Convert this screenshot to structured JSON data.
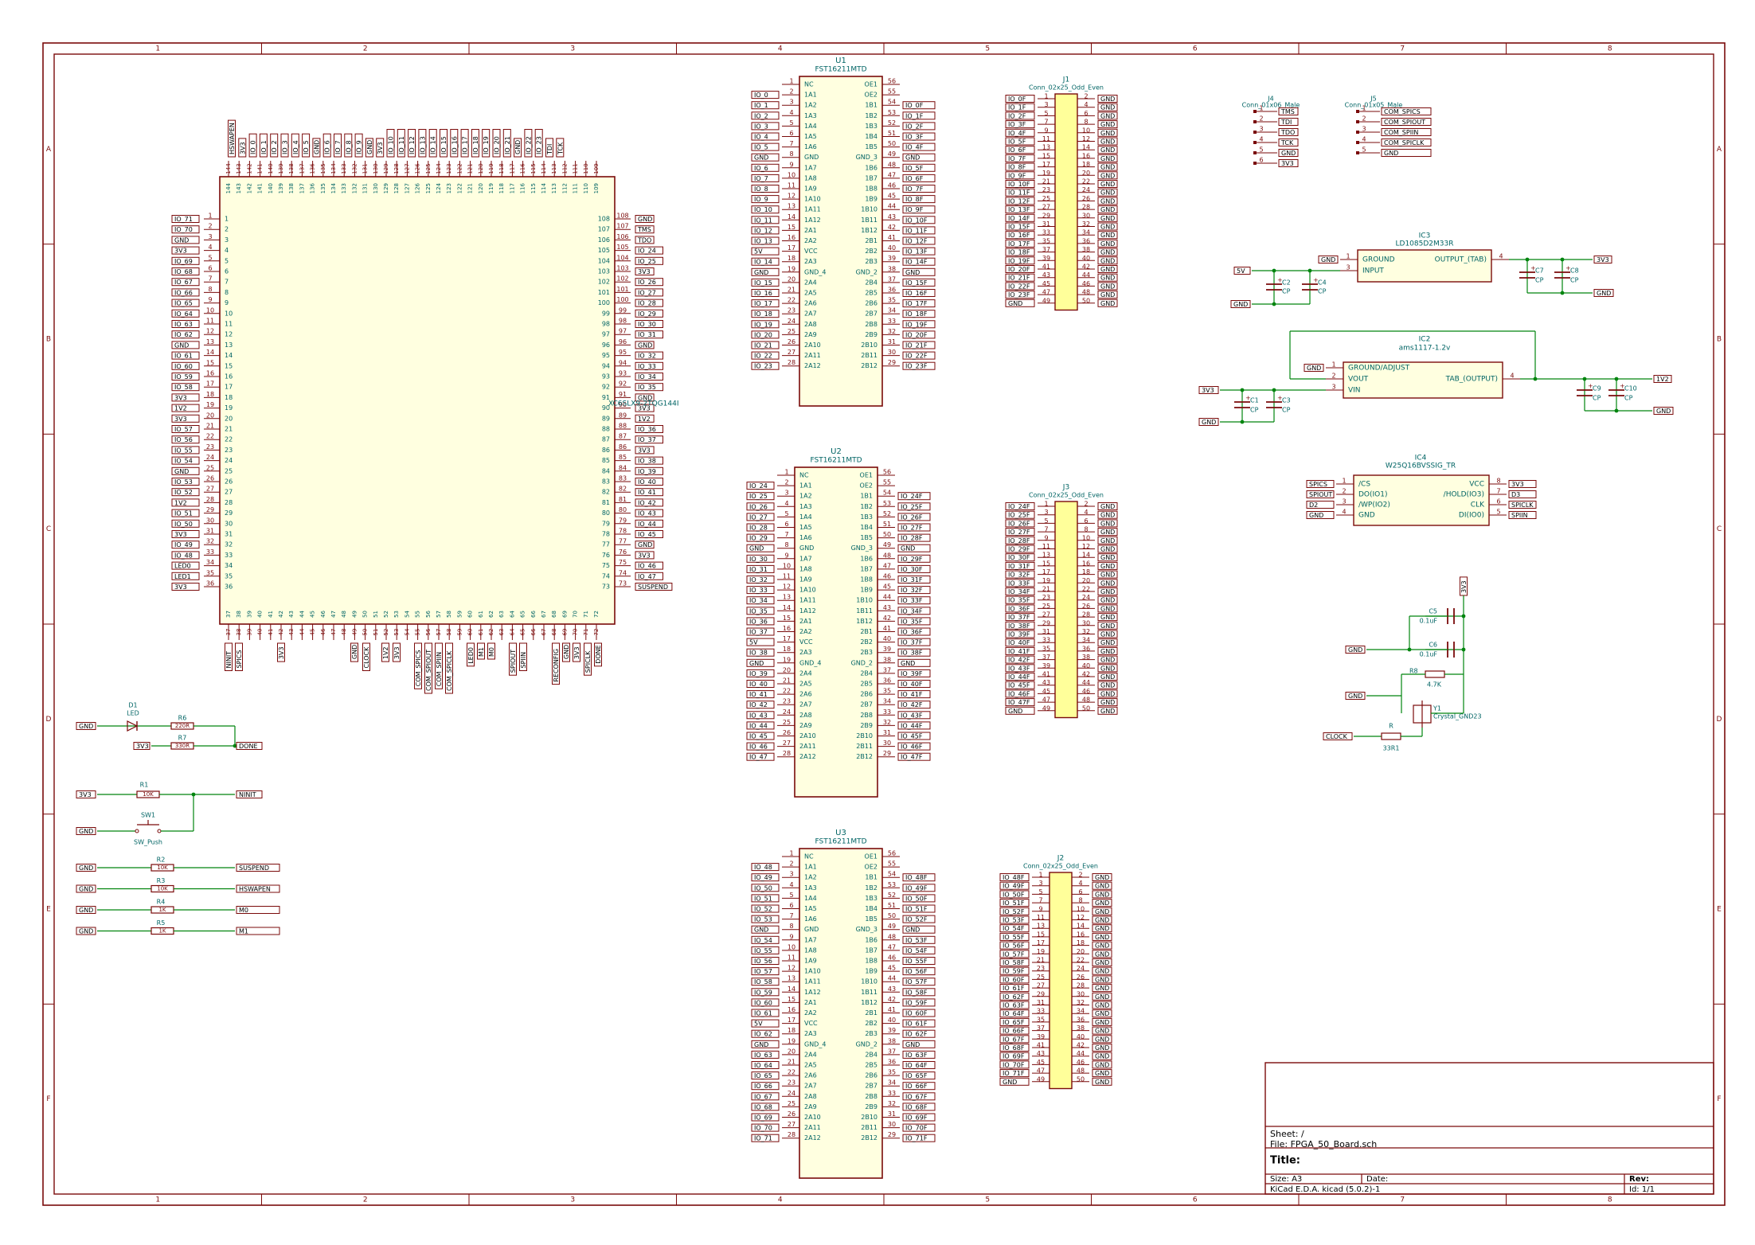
{
  "frame": {
    "columns": [
      "1",
      "2",
      "3",
      "4",
      "5",
      "6",
      "7",
      "8"
    ],
    "rows": [
      "A",
      "B",
      "C",
      "D",
      "E",
      "F"
    ]
  },
  "colors": {
    "border": "#7a0a0a",
    "body": "#7a0a0a",
    "body_fill": "#ffffe0",
    "pin_num": "#7a0a0a",
    "pin_name": "#006464",
    "wire": "#00840e",
    "ref": "#006464",
    "label_text": "#000000",
    "connector_fill": "#ffff9a"
  },
  "title_block": {
    "sheet": "Sheet: /",
    "file": "File: FPGA_50_Board.sch",
    "title": "Title:",
    "size": "Size: A3",
    "date": "Date:",
    "rev": "Rev:",
    "kicad": "KiCad E.D.A.  kicad (5.0.2)-1",
    "id": "Id: 1/1"
  },
  "fpga": {
    "value": "XC6SLX9-2TQG144I",
    "left_labels": [
      "IO_71",
      "IO_70",
      "GND",
      "3V3",
      "IO_69",
      "IO_68",
      "IO_67",
      "IO_66",
      "IO_65",
      "IO_64",
      "IO_63",
      "IO_62",
      "GND",
      "IO_61",
      "IO_60",
      "IO_59",
      "IO_58",
      "3V3",
      "1V2",
      "3V3",
      "IO_57",
      "IO_56",
      "IO_55",
      "IO_54",
      "GND",
      "IO_53",
      "IO_52",
      "1V2",
      "IO_51",
      "IO_50",
      "3V3",
      "IO_49",
      "IO_48",
      "LED0",
      "LED1",
      "3V3"
    ],
    "right_labels": [
      "GND",
      "TMS",
      "TDO",
      "IO_24",
      "IO_25",
      "3V3",
      "IO_26",
      "IO_27",
      "IO_28",
      "IO_29",
      "IO_30",
      "IO_31",
      "GND",
      "IO_32",
      "IO_33",
      "IO_34",
      "IO_35",
      "GND",
      "3V3",
      "1V2",
      "IO_36",
      "IO_37",
      "3V3",
      "IO_38",
      "IO_39",
      "IO_40",
      "IO_41",
      "IO_42",
      "IO_43",
      "IO_44",
      "IO_45",
      "GND",
      "3V3",
      "IO_46",
      "IO_47",
      "SUSPEND"
    ],
    "top_labels": [
      "HSWAPEN",
      "3V3",
      "IO_0",
      "IO_1",
      "IO_2",
      "IO_3",
      "IO_4",
      "IO_5",
      "GND",
      "IO_6",
      "IO_7",
      "IO_8",
      "IO_9",
      "GND",
      "3V3",
      "IO_10",
      "IO_11",
      "IO_12",
      "IO_13",
      "IO_14",
      "IO_15",
      "IO_16",
      "IO_17",
      "IO_18",
      "IO_19",
      "IO_20",
      "IO_21",
      "GND",
      "IO_22",
      "IO_23",
      "TDI",
      "TCK"
    ],
    "bottom_labels": [
      "NINIT",
      "SPICS",
      "3V3",
      "CLOCK",
      "GND",
      "1V2",
      "3V3",
      "COM_SPICS",
      "COM_SPIOUT",
      "COM_SPIIN",
      "COM_SPICLK",
      "LED0",
      "M1",
      "M0",
      "SPIOUT",
      "SPIIN",
      "RECONFIG",
      "GND",
      "3V3",
      "SPICLK",
      "DONE"
    ]
  },
  "fst_pins_left": [
    "NC",
    "1A1",
    "1A2",
    "1A3",
    "1A4",
    "1A5",
    "1A6",
    "GND",
    "1A7",
    "1A8",
    "1A9",
    "1A10",
    "1A11",
    "1A12",
    "2A1",
    "2A2",
    "VCC",
    "2A3",
    "GND_4",
    "2A4",
    "2A5",
    "2A6",
    "2A7",
    "2A8",
    "2A9",
    "2A10",
    "2A11",
    "2A12"
  ],
  "fst_pins_right": [
    "OE1",
    "OE2",
    "1B1",
    "1B2",
    "1B3",
    "1B4",
    "1B5",
    "GND_3",
    "1B6",
    "1B7",
    "1B8",
    "1B9",
    "1B10",
    "1B11",
    "1B12",
    "2B1",
    "2B2",
    "2B3",
    "GND_2",
    "2B4",
    "2B5",
    "2B6",
    "2B7",
    "2B8",
    "2B9",
    "2B10",
    "2B11",
    "2B12"
  ],
  "fst_left_nums": [
    "1",
    "2",
    "3",
    "4",
    "5",
    "6",
    "7",
    "8",
    "9",
    "10",
    "11",
    "12",
    "13",
    "14",
    "15",
    "16",
    "17",
    "18",
    "19",
    "20",
    "21",
    "22",
    "23",
    "24",
    "25",
    "26",
    "27",
    "28"
  ],
  "fst_right_nums": [
    "56",
    "55",
    "54",
    "53",
    "52",
    "51",
    "50",
    "49",
    "48",
    "47",
    "46",
    "45",
    "44",
    "43",
    "42",
    "41",
    "40",
    "39",
    "38",
    "37",
    "36",
    "35",
    "34",
    "33",
    "32",
    "31",
    "30",
    "29"
  ],
  "u1": {
    "ref": "U1",
    "value": "FST16211MTD",
    "left_labels": [
      "",
      "IO_0",
      "IO_1",
      "IO_2",
      "IO_3",
      "IO_4",
      "IO_5",
      "GND",
      "IO_6",
      "IO_7",
      "IO_8",
      "IO_9",
      "IO_10",
      "IO_11",
      "IO_12",
      "IO_13",
      "5V",
      "IO_14",
      "GND",
      "IO_15",
      "IO_16",
      "IO_17",
      "IO_18",
      "IO_19",
      "IO_20",
      "IO_21",
      "IO_22",
      "IO_23"
    ],
    "right_labels": [
      "",
      "",
      "IO_0F",
      "IO_1F",
      "IO_2F",
      "IO_3F",
      "IO_4F",
      "GND",
      "IO_5F",
      "IO_6F",
      "IO_7F",
      "IO_8F",
      "IO_9F",
      "IO_10F",
      "IO_11F",
      "IO_12F",
      "IO_13F",
      "IO_14F",
      "GND",
      "IO_15F",
      "IO_16F",
      "IO_17F",
      "IO_18F",
      "IO_19F",
      "IO_20F",
      "IO_21F",
      "IO_22F",
      "IO_23F"
    ]
  },
  "u2": {
    "ref": "U2",
    "value": "FST16211MTD",
    "left_labels": [
      "",
      "IO_24",
      "IO_25",
      "IO_26",
      "IO_27",
      "IO_28",
      "IO_29",
      "GND",
      "IO_30",
      "IO_31",
      "IO_32",
      "IO_33",
      "IO_34",
      "IO_35",
      "IO_36",
      "IO_37",
      "5V",
      "IO_38",
      "GND",
      "IO_39",
      "IO_40",
      "IO_41",
      "IO_42",
      "IO_43",
      "IO_44",
      "IO_45",
      "IO_46",
      "IO_47"
    ],
    "right_labels": [
      "",
      "",
      "IO_24F",
      "IO_25F",
      "IO_26F",
      "IO_27F",
      "IO_28F",
      "GND",
      "IO_29F",
      "IO_30F",
      "IO_31F",
      "IO_32F",
      "IO_33F",
      "IO_34F",
      "IO_35F",
      "IO_36F",
      "IO_37F",
      "IO_38F",
      "GND",
      "IO_39F",
      "IO_40F",
      "IO_41F",
      "IO_42F",
      "IO_43F",
      "IO_44F",
      "IO_45F",
      "IO_46F",
      "IO_47F"
    ]
  },
  "u3": {
    "ref": "U3",
    "value": "FST16211MTD",
    "left_labels": [
      "",
      "IO_48",
      "IO_49",
      "IO_50",
      "IO_51",
      "IO_52",
      "IO_53",
      "GND",
      "IO_54",
      "IO_55",
      "IO_56",
      "IO_57",
      "IO_58",
      "IO_59",
      "IO_60",
      "IO_61",
      "5V",
      "IO_62",
      "GND",
      "IO_63",
      "IO_64",
      "IO_65",
      "IO_66",
      "IO_67",
      "IO_68",
      "IO_69",
      "IO_70",
      "IO_71"
    ],
    "right_labels": [
      "",
      "",
      "IO_48F",
      "IO_49F",
      "IO_50F",
      "IO_51F",
      "IO_52F",
      "GND",
      "IO_53F",
      "IO_54F",
      "IO_55F",
      "IO_56F",
      "IO_57F",
      "IO_58F",
      "IO_59F",
      "IO_60F",
      "IO_61F",
      "IO_62F",
      "GND",
      "IO_63F",
      "IO_64F",
      "IO_65F",
      "IO_66F",
      "IO_67F",
      "IO_68F",
      "IO_69F",
      "IO_70F",
      "IO_71F"
    ]
  },
  "j1": {
    "ref": "J1",
    "value": "Conn_02x25_Odd_Even",
    "left_labels": [
      "IO_0F",
      "IO_1F",
      "IO_2F",
      "IO_3F",
      "IO_4F",
      "IO_5F",
      "IO_6F",
      "IO_7F",
      "IO_8F",
      "IO_9F",
      "IO_10F",
      "IO_11F",
      "IO_12F",
      "IO_13F",
      "IO_14F",
      "IO_15F",
      "IO_16F",
      "IO_17F",
      "IO_18F",
      "IO_19F",
      "IO_20F",
      "IO_21F",
      "IO_22F",
      "IO_23F",
      "GND"
    ]
  },
  "j3": {
    "ref": "J3",
    "value": "Conn_02x25_Odd_Even",
    "left_labels": [
      "IO_24F",
      "IO_25F",
      "IO_26F",
      "IO_27F",
      "IO_28F",
      "IO_29F",
      "IO_30F",
      "IO_31F",
      "IO_32F",
      "IO_33F",
      "IO_34F",
      "IO_35F",
      "IO_36F",
      "IO_37F",
      "IO_38F",
      "IO_39F",
      "IO_40F",
      "IO_41F",
      "IO_42F",
      "IO_43F",
      "IO_44F",
      "IO_45F",
      "IO_46F",
      "IO_47F",
      "GND"
    ]
  },
  "j2": {
    "ref": "J2",
    "value": "Conn_02x25_Odd_Even",
    "left_labels": [
      "IO_48F",
      "IO_49F",
      "IO_50F",
      "IO_51F",
      "IO_52F",
      "IO_53F",
      "IO_54F",
      "IO_55F",
      "IO_56F",
      "IO_57F",
      "IO_58F",
      "IO_59F",
      "IO_60F",
      "IO_61F",
      "IO_62F",
      "IO_63F",
      "IO_64F",
      "IO_65F",
      "IO_66F",
      "IO_67F",
      "IO_68F",
      "IO_69F",
      "IO_70F",
      "IO_71F",
      "GND"
    ]
  },
  "conn_right_label": "GND",
  "j4": {
    "ref": "J4",
    "value": "Conn_01x06_Male",
    "labels": [
      "TMS",
      "TDI",
      "TDO",
      "TCK",
      "GND",
      "3V3"
    ]
  },
  "j5": {
    "ref": "J5",
    "value": "Conn_01x05_Male",
    "labels": [
      "COM_SPICS",
      "COM_SPIOUT",
      "COM_SPIIN",
      "COM_SPICLK",
      "GND"
    ]
  },
  "ic3": {
    "ref": "IC3",
    "value": "LD1085D2M33R",
    "pin_ground": "GROUND",
    "pin_input": "INPUT",
    "pin_output": "OUTPUT_(TAB)",
    "in_label": "5V",
    "out_label": "3V3",
    "gnd_label": "GND",
    "c_left": [
      "C2",
      "CP",
      "C4",
      "CP"
    ],
    "c_right": [
      "C7",
      "CP",
      "C8",
      "CP"
    ]
  },
  "ic2": {
    "ref": "IC2",
    "value": "ams1117-1.2v",
    "pin_gnd": "GROUND/ADJUST",
    "pin_vout": "VOUT",
    "pin_vin": "VIN",
    "pin_tab": "TAB_(OUTPUT)",
    "in_label": "3V3",
    "out_label": "1V2",
    "gnd_label": "GND",
    "c_left": [
      "C1",
      "CP",
      "C3",
      "CP"
    ],
    "c_right": [
      "C9",
      "CP",
      "C10",
      "CP"
    ]
  },
  "ic4": {
    "ref": "IC4",
    "value": "W25Q16BVSSIG_TR",
    "pins_left": [
      "/CS",
      "DO(IO1)",
      "/WP(IO2)",
      "GND"
    ],
    "pins_right": [
      "VCC",
      "/HOLD(IO3)",
      "CLK",
      "DI(IO0)"
    ],
    "labels_left": [
      "SPICS",
      "SPIOUT",
      "D2",
      "GND"
    ],
    "labels_right": [
      "3V3",
      "D3",
      "SPICLK",
      "SPIIN"
    ]
  },
  "osc": {
    "label_3v3": "3V3",
    "gnd": "GND",
    "c5": "C5",
    "c5v": "0.1uF",
    "c6": "C6",
    "c6v": "0.1uF",
    "r8": "R8",
    "r8v": "4.7K",
    "y1": "Y1",
    "y1v": "Crystal_GND23",
    "r": "R",
    "rv": "33R1",
    "clock": "CLOCK"
  },
  "led": {
    "ref": "D1",
    "value": "LED",
    "r6": "R6",
    "r6v": "220R",
    "r7": "R7",
    "r7v": "330R",
    "gnd": "GND",
    "v": "3V3",
    "done": "DONE"
  },
  "ninit": {
    "r1": "R1",
    "r1v": "10K",
    "sw": "SW1",
    "swv": "SW_Push",
    "v": "3V3",
    "gnd": "GND",
    "net": "NINIT"
  },
  "pulls": [
    {
      "ref": "R2",
      "val": "10K",
      "net": "SUSPEND"
    },
    {
      "ref": "R3",
      "val": "10K",
      "net": "HSWAPEN"
    },
    {
      "ref": "R4",
      "val": "1K",
      "net": "M0"
    },
    {
      "ref": "R5",
      "val": "1K",
      "net": "M1"
    }
  ],
  "pull_gnd": "GND"
}
